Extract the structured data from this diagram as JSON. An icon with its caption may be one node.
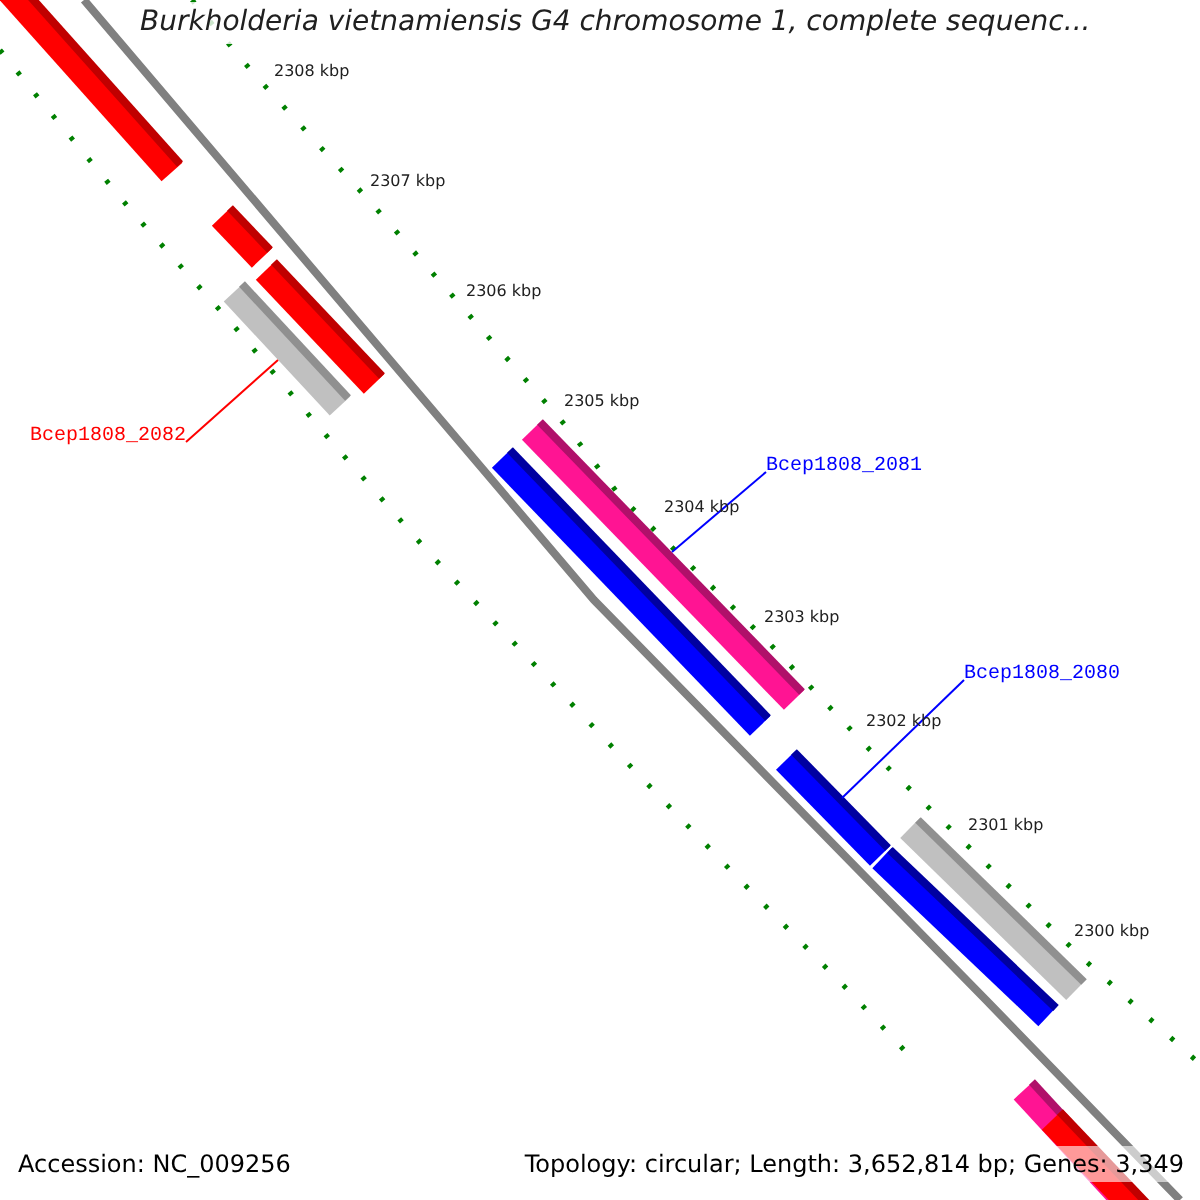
{
  "diagram": {
    "title": "Burkholderia vietnamiensis G4 chromosome 1, complete sequenc...",
    "nodes": [
      {
        "text": [
          "Bcep1808_2082"
        ]
      },
      {
        "text": [
          "Bcep1808_2081"
        ]
      },
      {
        "text": [
          "Bcep1808_2080"
        ]
      },
      {
        "text": [],
        "shape": "bar"
      },
      {
        "text": [],
        "shape": "bar"
      },
      {
        "text": [],
        "shape": "bar"
      }
    ],
    "edges": [
      {
        "from": 0,
        "to": 3,
        "arrow": "none",
        "color": "#ff0000"
      },
      {
        "from": 1,
        "to": 4,
        "arrow": "none"
      },
      {
        "from": 2,
        "to": 5,
        "arrow": "none"
      }
    ],
    "labels": [
      "2308 kbp",
      "2307 kbp",
      "2306 kbp",
      "2305 kbp",
      "2304 kbp",
      "2303 kbp",
      "2302 kbp",
      "2301 kbp",
      "2300 kbp",
      "Accession: NC_009256",
      "Topology: circular; Length: 3,652,814 bp; Genes: 3,349"
    ]
  }
}
